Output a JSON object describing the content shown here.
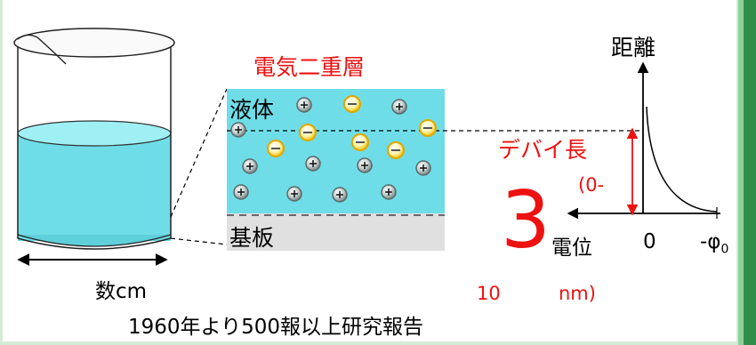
{
  "title_edl": "電気二重層",
  "label_liquid": "液体",
  "label_substrate": "基板",
  "label_width": "数cm",
  "label_distance": "距離",
  "label_debye": "デバイ長",
  "debye_value_open": "(0-",
  "debye_big_digit": "3",
  "debye_value_mid": "10",
  "debye_value_close": "nm)",
  "axis_potential": "電位",
  "axis_zero": "0",
  "axis_phi": "-φ",
  "axis_phi_sub": "0",
  "footer": "1960年より500報以上研究報告",
  "colors": {
    "liquid": "#6fdde8",
    "substrate": "#e0e0e0",
    "accent_red": "#ee1111",
    "negative_ion": "#f5c400",
    "positive_ion": "#7a8a8a",
    "frame_green": "#2f8f4a"
  }
}
